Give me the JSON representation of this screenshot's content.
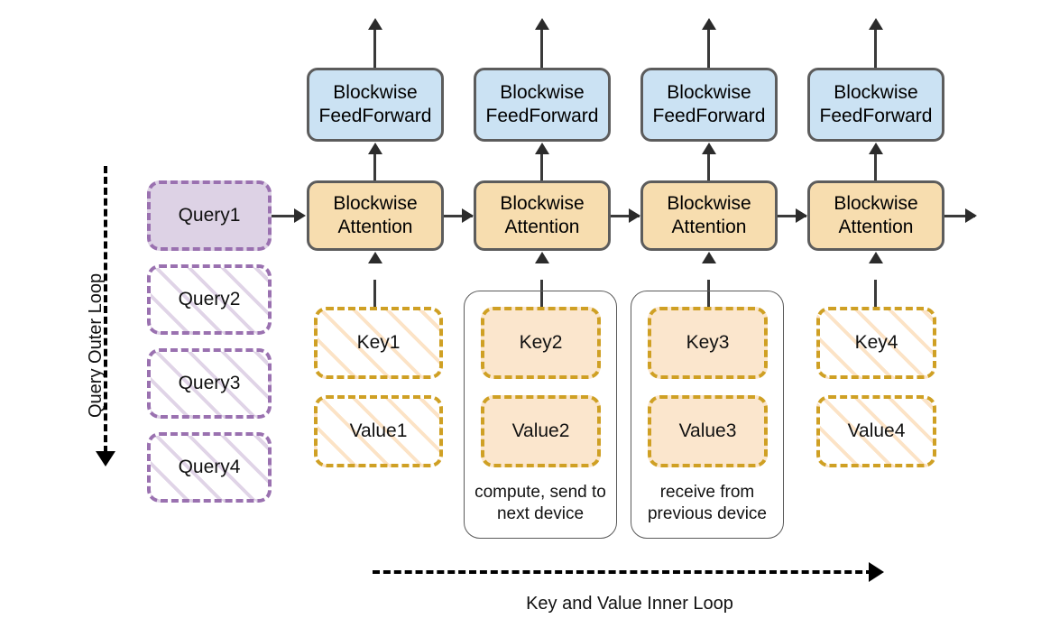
{
  "diagram": {
    "title_vertical_label": "Query Outer Loop",
    "bottom_label": "Key and Value Inner Loop",
    "colors": {
      "feedforward_fill": "#cbe2f3",
      "attention_fill": "#f7ddaf",
      "query_fill": "#ddd2e5",
      "query_border": "#9a71b0",
      "keyvalue_fill": "#fbe6cd",
      "keyvalue_border": "#cfa024",
      "box_border": "#5c5c5c",
      "connector": "#3a3a3a"
    }
  },
  "queries": [
    {
      "label": "Query1",
      "active": true
    },
    {
      "label": "Query2",
      "active": false
    },
    {
      "label": "Query3",
      "active": false
    },
    {
      "label": "Query4",
      "active": false
    }
  ],
  "columns": [
    {
      "feedforward": "Blockwise\nFeedForward",
      "feedforward_line1": "Blockwise",
      "feedforward_line2": "FeedForward",
      "attention_line1": "Blockwise",
      "attention_line2": "Attention",
      "key": "Key1",
      "value": "Value1",
      "active": false,
      "device_note": ""
    },
    {
      "feedforward_line1": "Blockwise",
      "feedforward_line2": "FeedForward",
      "attention_line1": "Blockwise",
      "attention_line2": "Attention",
      "key": "Key2",
      "value": "Value2",
      "active": true,
      "device_note_line1": "compute, send to",
      "device_note_line2": "next device"
    },
    {
      "feedforward_line1": "Blockwise",
      "feedforward_line2": "FeedForward",
      "attention_line1": "Blockwise",
      "attention_line2": "Attention",
      "key": "Key3",
      "value": "Value3",
      "active": true,
      "device_note_line1": "receive from",
      "device_note_line2": "previous device"
    },
    {
      "feedforward_line1": "Blockwise",
      "feedforward_line2": "FeedForward",
      "attention_line1": "Blockwise",
      "attention_line2": "Attention",
      "key": "Key4",
      "value": "Value4",
      "active": false,
      "device_note": ""
    }
  ]
}
